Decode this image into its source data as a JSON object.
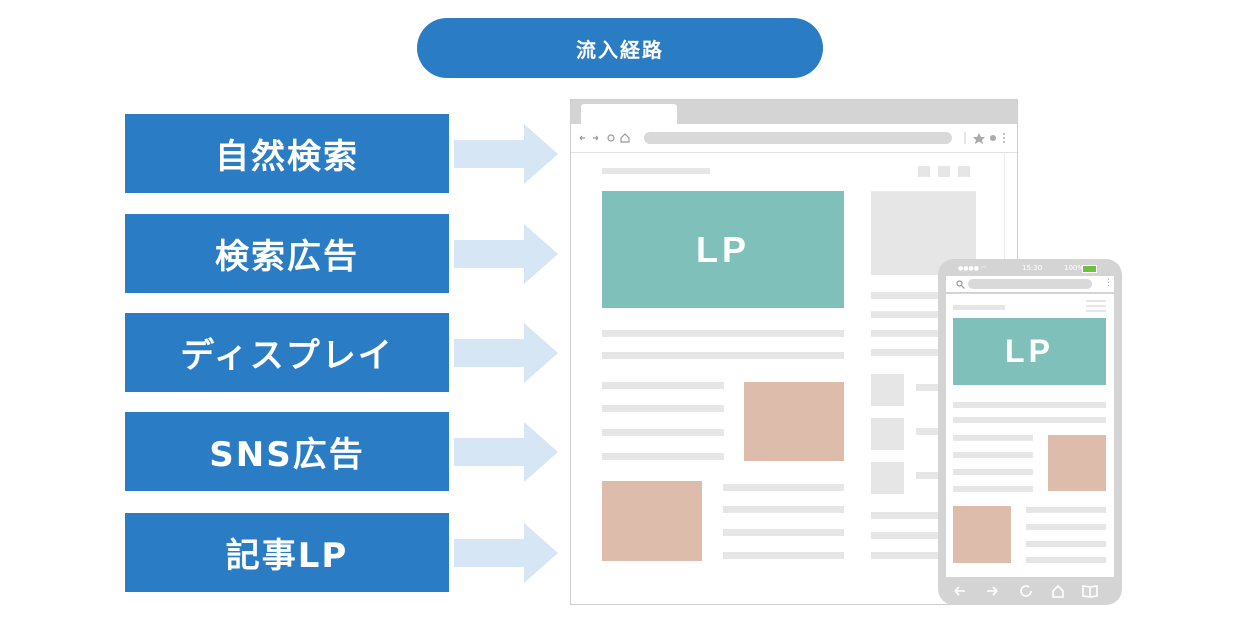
{
  "title": "流入経路",
  "sources": [
    {
      "label": "自然検索"
    },
    {
      "label": "検索広告"
    },
    {
      "label": "ディスプレイ"
    },
    {
      "label": "SNS広告"
    },
    {
      "label": "記事LP"
    }
  ],
  "desktop": {
    "lp_label": "LP"
  },
  "mobile": {
    "lp_label": "LP",
    "time": "15:30",
    "battery": "100%"
  },
  "colors": {
    "primary": "#2a7cc4",
    "arrow": "#d6e6f4",
    "lp": "#7fc1ba",
    "image": "#ddbcab",
    "placeholder": "#e6e6e6"
  }
}
